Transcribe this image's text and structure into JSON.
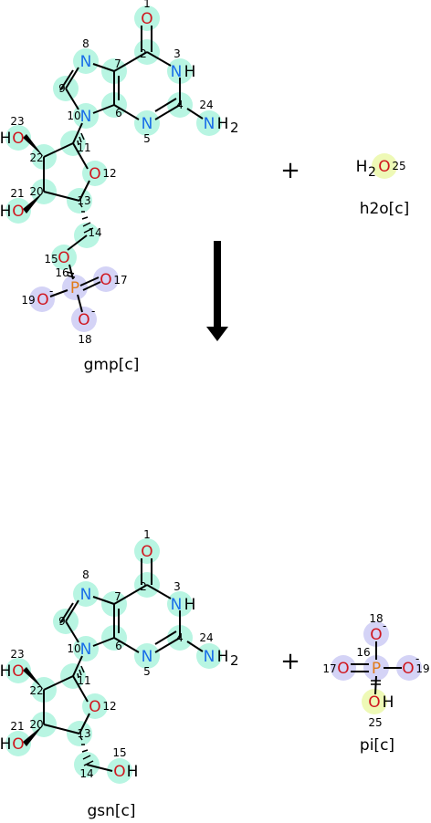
{
  "colors": {
    "carbon_hl": "#b8f5e2",
    "water_hl": "#eef9b6",
    "phosphate_hl": "#d4d3f6",
    "N": "#1a6ee8",
    "O": "#d0171f",
    "P": "#e07a1a",
    "bond": "#000000"
  },
  "operators": {
    "plus1": "+",
    "plus2": "+"
  },
  "molecules": {
    "gmp": {
      "caption": "gmp[c]",
      "idx": {
        "i1": "1",
        "i2": "2",
        "i3": "3",
        "i4": "4",
        "i5": "5",
        "i6": "6",
        "i7": "7",
        "i8": "8",
        "i9": "9",
        "i10": "10",
        "i11": "11",
        "i12": "12",
        "i13": "13",
        "i14": "14",
        "i15": "15",
        "i16": "16",
        "i17": "17",
        "i18": "18",
        "i19": "19",
        "i20": "20",
        "i21": "21",
        "i22": "22",
        "i23": "23",
        "i24": "24"
      },
      "atoms": {
        "O1": "O",
        "N3": "N",
        "N3H": "H",
        "N5": "N",
        "N8": "N",
        "N10": "N",
        "N24": "N",
        "N24H": "H",
        "N24sub": "2",
        "O12": "O",
        "O21": "O",
        "O21H": "H",
        "O23": "O",
        "O23H": "H",
        "O15": "O",
        "P16": "P",
        "O17": "O",
        "O18": "O",
        "O19": "O",
        "chg18": "-",
        "chg19": "-"
      }
    },
    "h2o": {
      "caption": "h2o[c]",
      "idx": {
        "i25": "25"
      },
      "atoms": {
        "H": "H",
        "sub": "2",
        "O": "O"
      }
    },
    "gsn": {
      "caption": "gsn[c]",
      "idx": {
        "i1": "1",
        "i2": "2",
        "i3": "3",
        "i4": "4",
        "i5": "5",
        "i6": "6",
        "i7": "7",
        "i8": "8",
        "i9": "9",
        "i10": "10",
        "i11": "11",
        "i12": "12",
        "i13": "13",
        "i14": "14",
        "i15": "15",
        "i20": "20",
        "i21": "21",
        "i22": "22",
        "i23": "23",
        "i24": "24"
      },
      "atoms": {
        "O1": "O",
        "N3": "N",
        "N3H": "H",
        "N5": "N",
        "N8": "N",
        "N10": "N",
        "N24": "N",
        "N24H": "H",
        "N24sub": "2",
        "O12": "O",
        "O21": "O",
        "O21H": "H",
        "O23": "O",
        "O23H": "H",
        "O15": "O",
        "O15H": "H"
      }
    },
    "pi": {
      "caption": "pi[c]",
      "idx": {
        "i16": "16",
        "i17": "17",
        "i18": "18",
        "i19": "19",
        "i25": "25"
      },
      "atoms": {
        "P": "P",
        "O17": "O",
        "O18": "O",
        "O19": "O",
        "O25": "O",
        "O25H": "H",
        "chg18": "-",
        "chg19": "-"
      }
    }
  }
}
